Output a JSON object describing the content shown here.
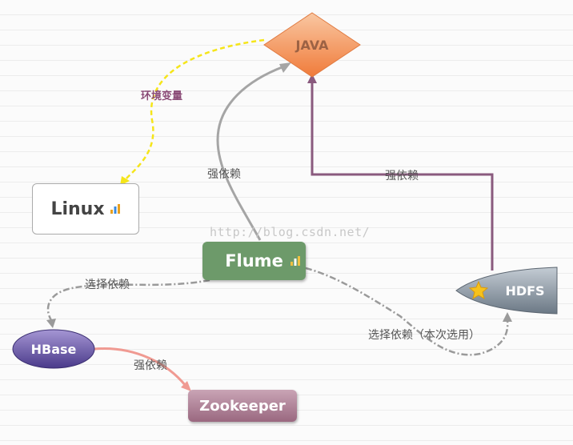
{
  "nodes": {
    "java": "JAVA",
    "linux": "Linux",
    "flume": "Flume",
    "hdfs": "HDFS",
    "hbase": "HBase",
    "zookeeper": "Zookeeper"
  },
  "edges": {
    "java_linux": "环境变量",
    "flume_java": "强依赖",
    "hdfs_java": "强依赖",
    "flume_hbase": "选择依赖",
    "flume_hdfs": "选择依赖（本次选用）",
    "hbase_zookeeper": "强依赖"
  },
  "watermark": "http://blog.csdn.net/",
  "icons": {
    "linux_marker": "bar-chart-icon",
    "flume_marker": "bar-chart-icon",
    "hdfs_marker": "star-icon"
  },
  "colors": {
    "java_fill": "#f2874a",
    "flume_fill": "#6d9a6a",
    "hbase_fill": "#5a4a9a",
    "hdfs_fill": "#7d8a96",
    "zookeeper_fill": "#a87890",
    "env_edge": "#f5e51a",
    "strong_gray_edge": "#a5a5a5",
    "strong_purple_edge": "#8a5a7e",
    "optional_edge": "#9a9a9a",
    "hbase_zk_edge": "#f09a92"
  }
}
